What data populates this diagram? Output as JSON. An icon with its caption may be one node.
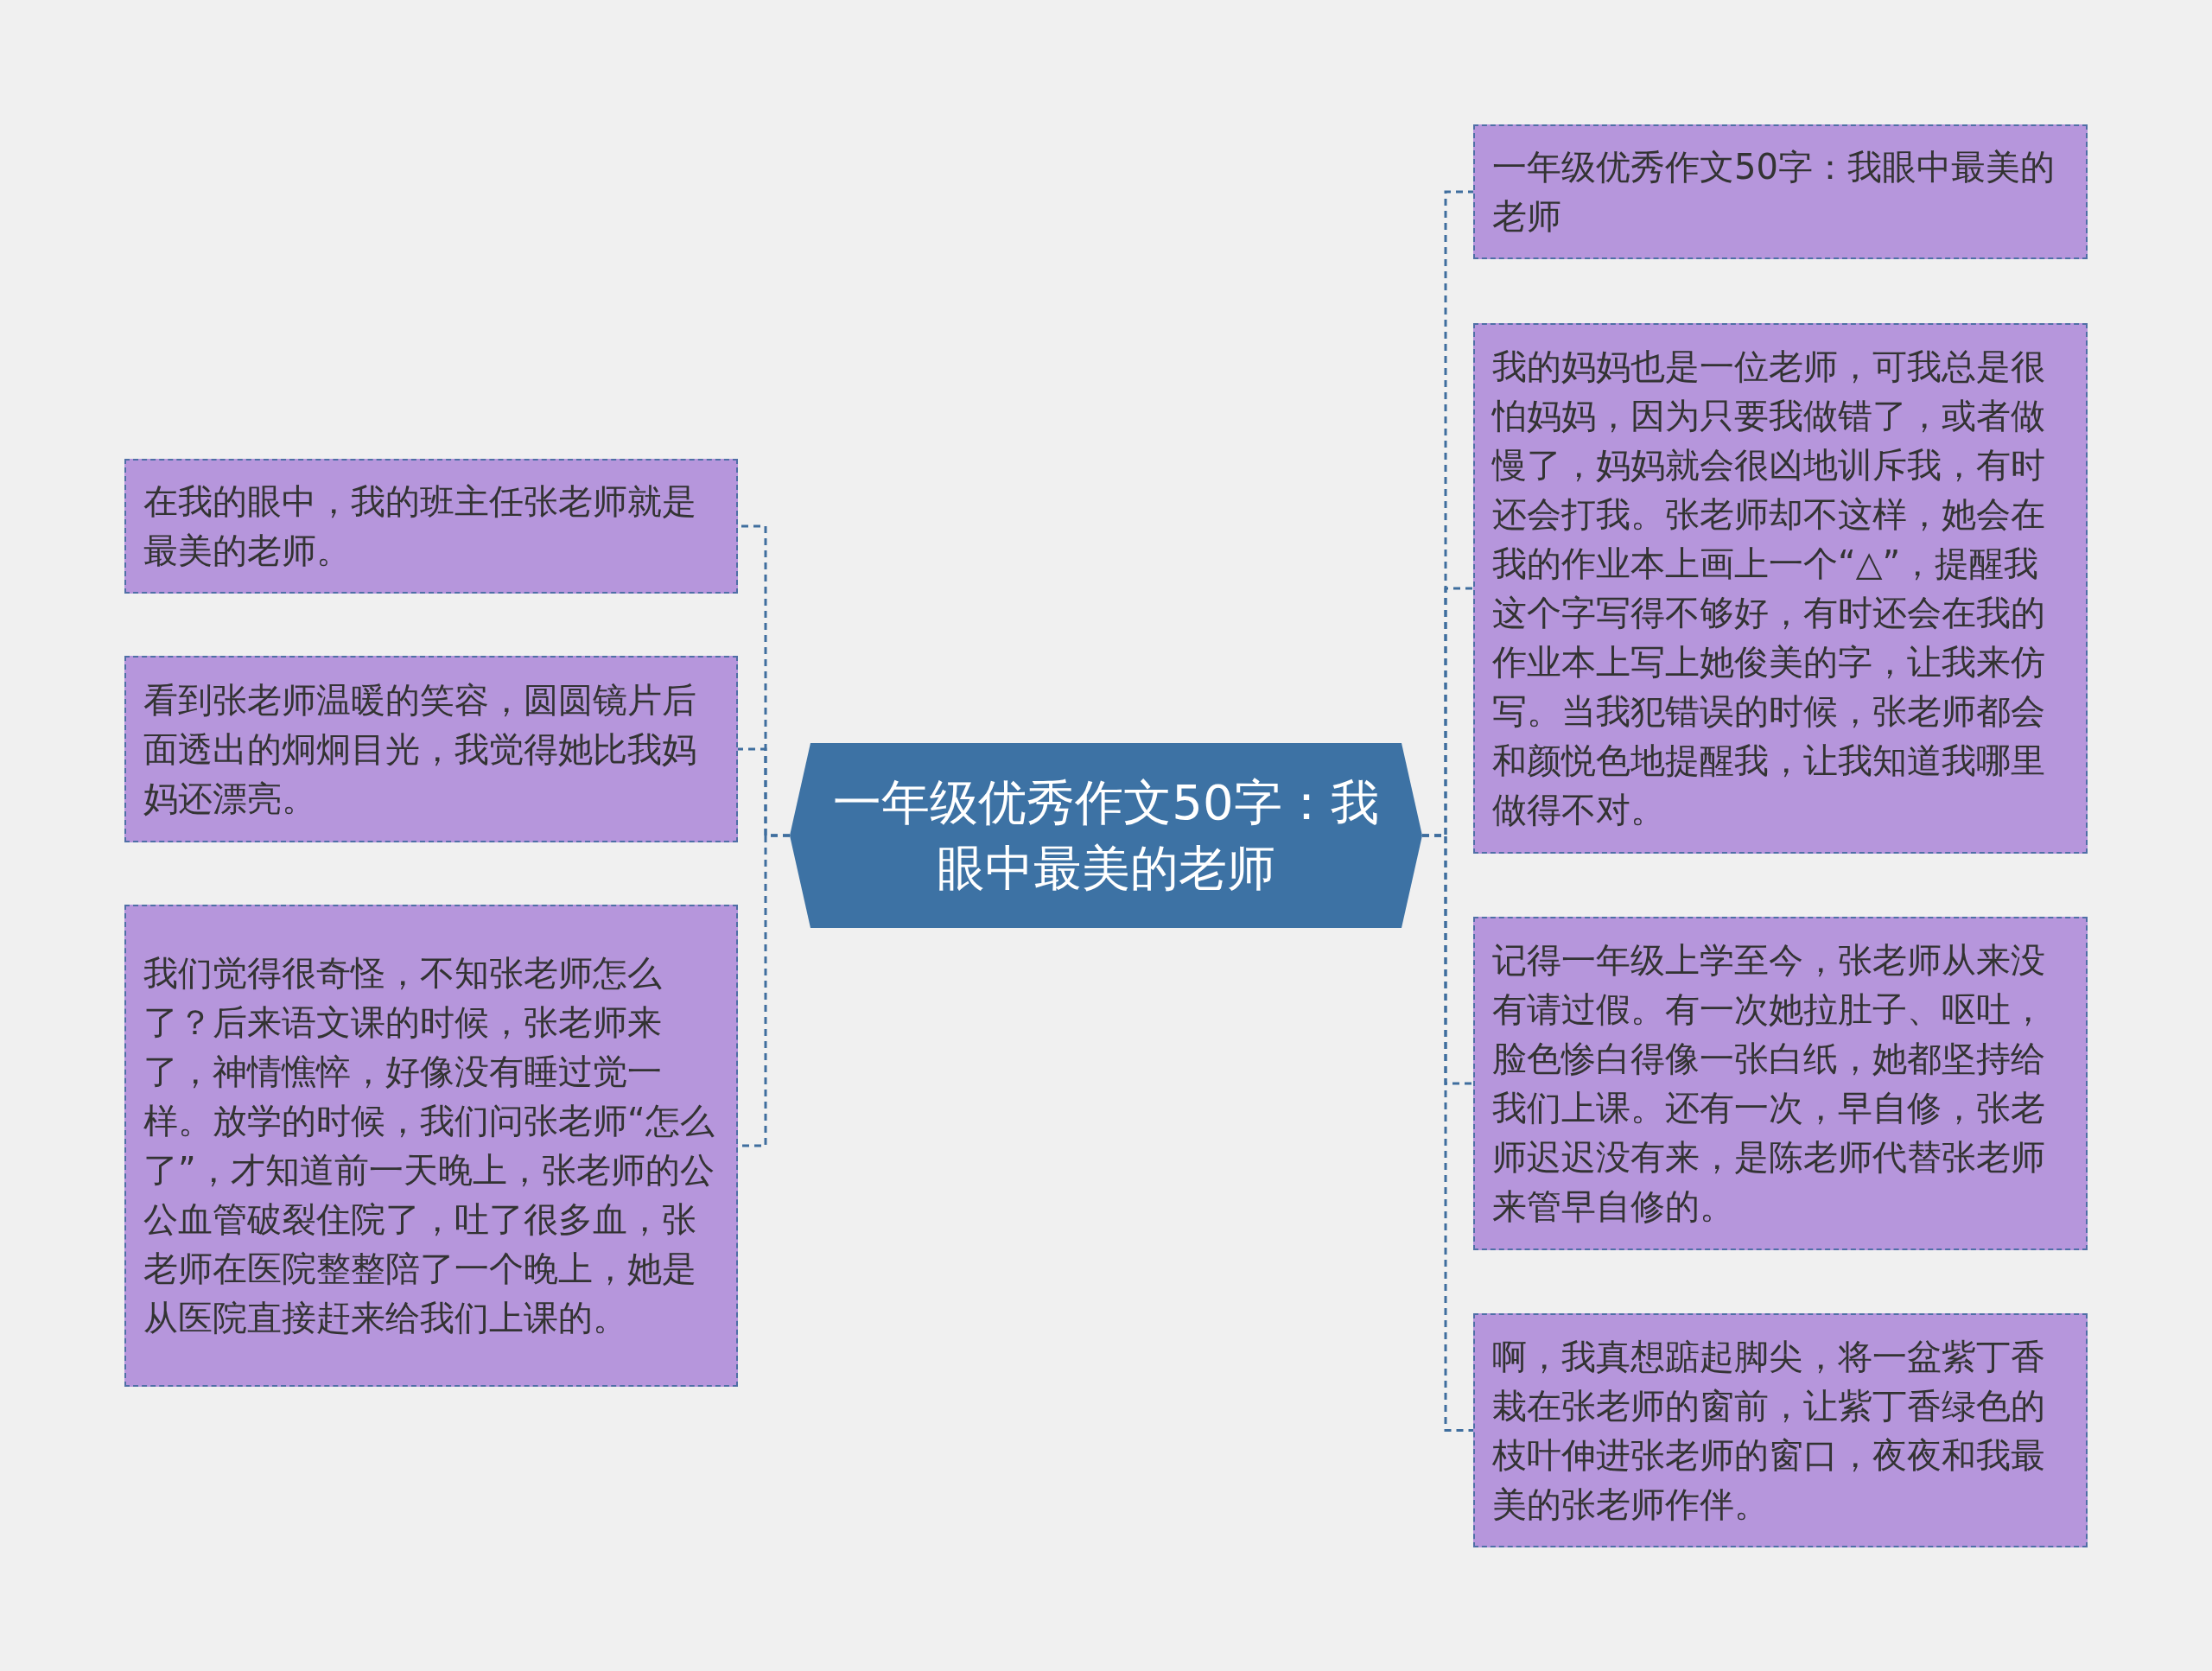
{
  "diagram": {
    "nodes": [
      {
        "text": [
          "一年级优秀作文50字：我眼中最美的老师"
        ]
      },
      {
        "text": [
          "在我的眼中，我的班主任张老师就是最美的老师。"
        ]
      },
      {
        "text": [
          "看到张老师温暖的笑容，圆圆镜片后面透出的炯炯目光，我觉得她比我妈妈还漂亮。"
        ]
      },
      {
        "text": [
          "我们觉得很奇怪，不知张老师怎么了？后来语文课的时候，张老师来了，神情憔悴，好像没有睡过觉一样。放学的时候，我们问张老师“怎么了”，才知道前一天晚上，张老师的公公血管破裂住院了，吐了很多血，张老师在医院整整陪了一个晚上，她是从医院直接赶来给我们上课的。"
        ]
      },
      {
        "text": [
          "一年级优秀作文50字：我眼中最美的老师"
        ]
      },
      {
        "text": [
          "我的妈妈也是一位老师，可我总是很怕妈妈，因为只要我做错了，或者做慢了，妈妈就会很凶地训斥我，有时还会打我。张老师却不这样，她会在我的作业本上画上一个“△”，提醒我这个字写得不够好，有时还会在我的作业本上写上她俊美的字，让我来仿写。当我犯错误的时候，张老师都会和颜悦色地提醒我，让我知道我哪里做得不对。"
        ]
      },
      {
        "text": [
          "记得一年级上学至今，张老师从来没有请过假。有一次她拉肚子、呕吐，脸色惨白得像一张白纸，她都坚持给我们上课。还有一次，早自修，张老师迟迟没有来，是陈老师代替张老师来管早自修的。"
        ]
      },
      {
        "text": [
          "啊，我真想踮起脚尖，将一盆紫丁香栽在张老师的窗前，让紫丁香绿色的枝叶伸进张老师的窗口，夜夜和我最美的张老师作伴。"
        ]
      }
    ],
    "edges": [
      {
        "from": 0,
        "to": 1,
        "arrow": "none",
        "style": "dashed"
      },
      {
        "from": 0,
        "to": 2,
        "arrow": "none",
        "style": "dashed"
      },
      {
        "from": 0,
        "to": 3,
        "arrow": "none",
        "style": "dashed"
      },
      {
        "from": 0,
        "to": 4,
        "arrow": "none",
        "style": "dashed"
      },
      {
        "from": 0,
        "to": 5,
        "arrow": "none",
        "style": "dashed"
      },
      {
        "from": 0,
        "to": 6,
        "arrow": "none",
        "style": "dashed"
      },
      {
        "from": 0,
        "to": 7,
        "arrow": "none",
        "style": "dashed"
      }
    ]
  }
}
